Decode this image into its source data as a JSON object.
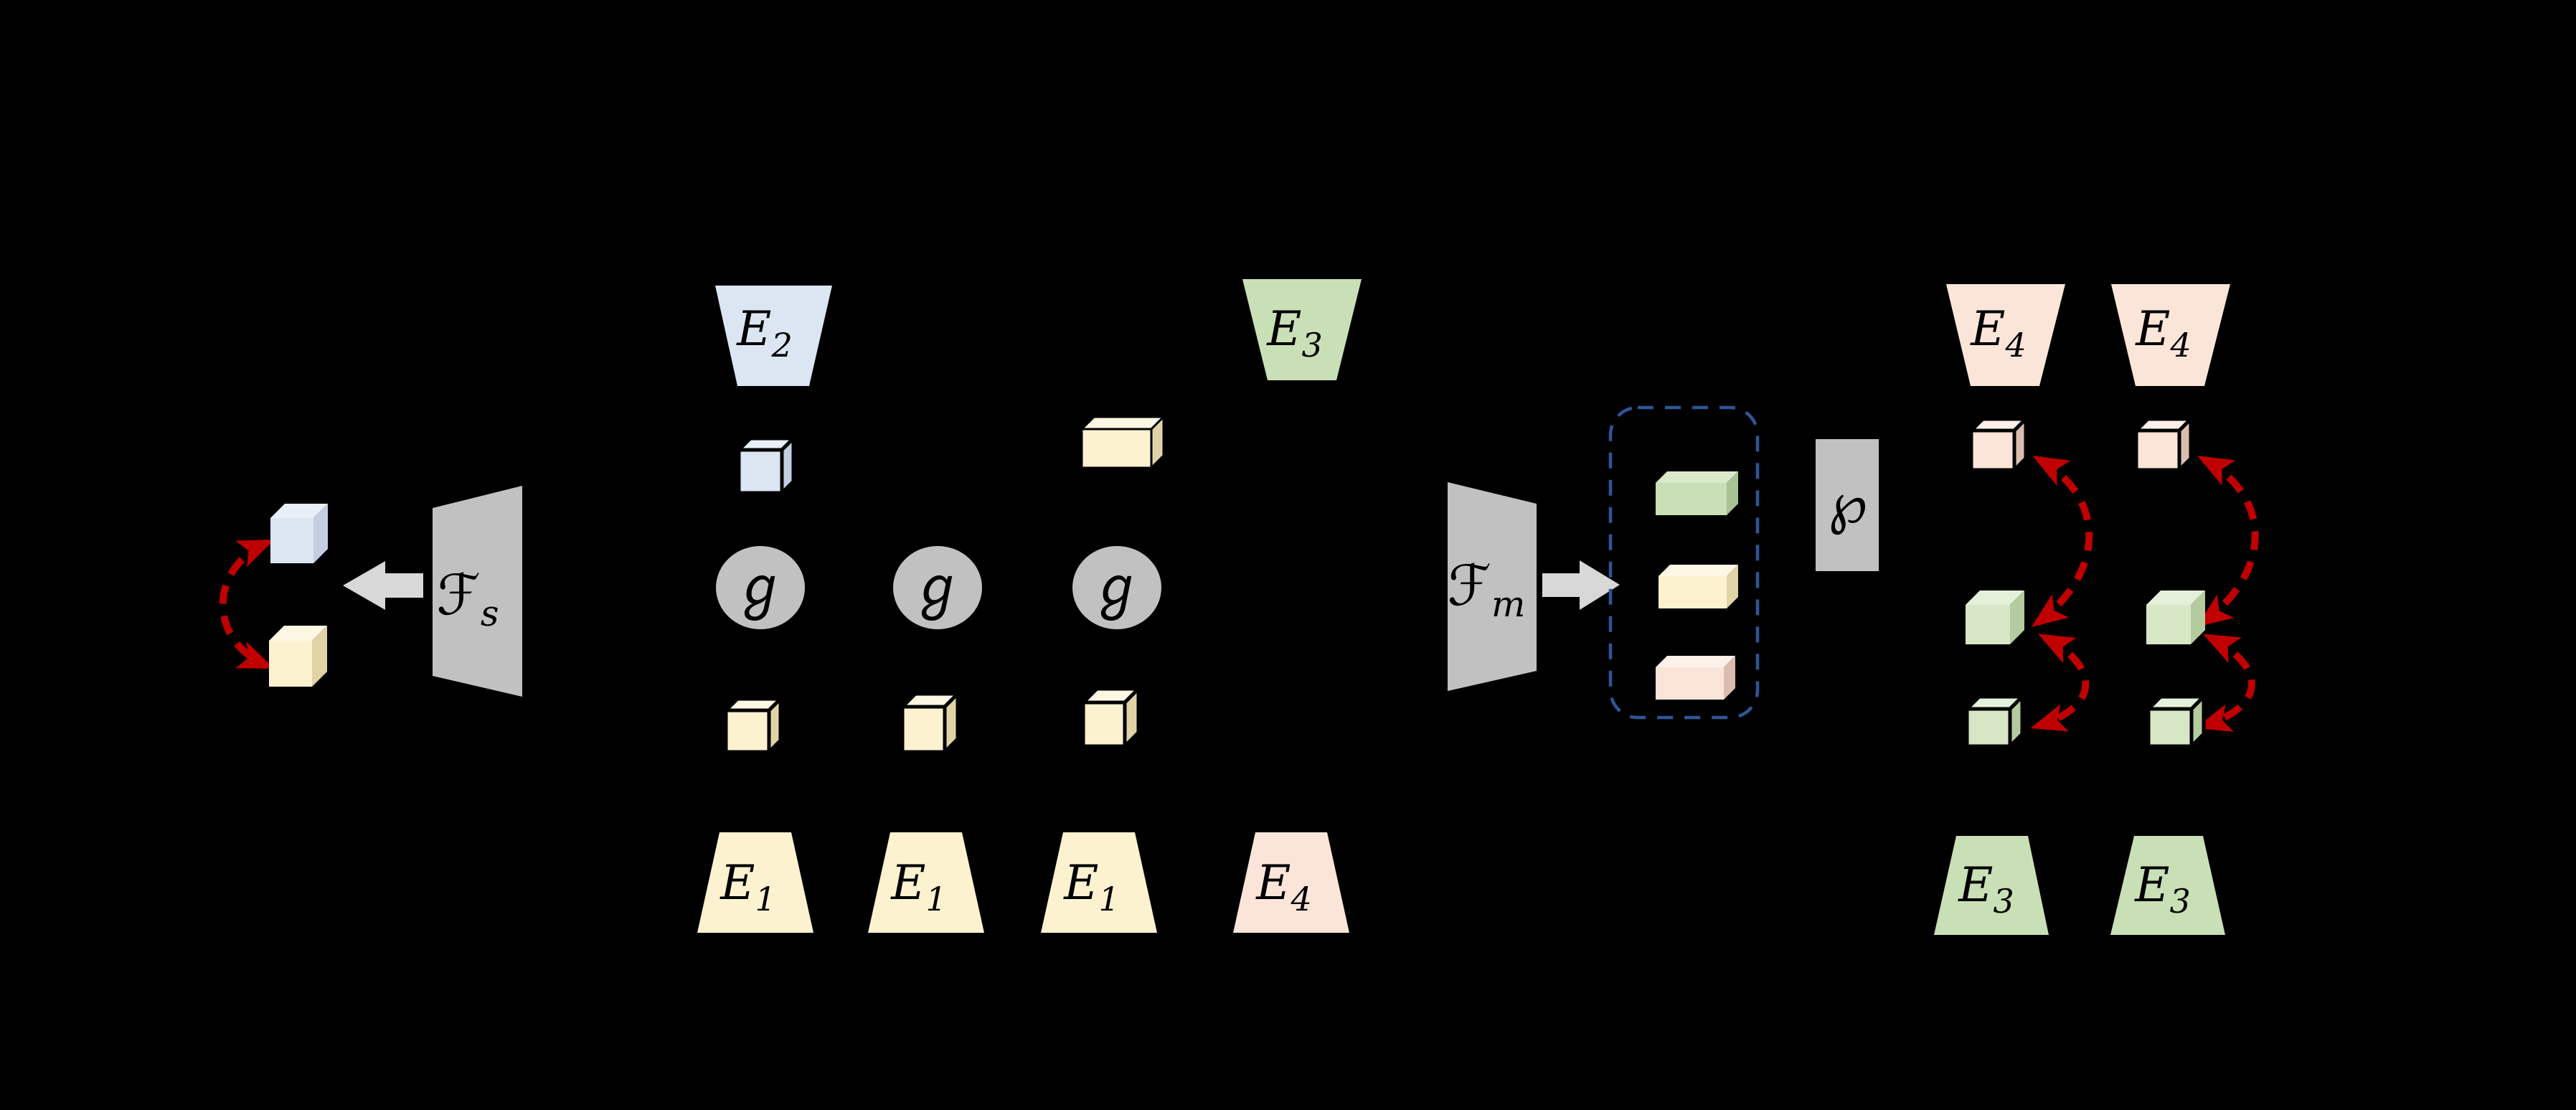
{
  "colors": {
    "background": "#000000",
    "blue": "#dce5f2",
    "blue_top": "#e9eff8",
    "blue_side": "#c3cee3",
    "yellow": "#fcf2cf",
    "yellow_top": "#fdf7e3",
    "yellow_side": "#e0d3a6",
    "green": "#c9e0b6",
    "green_top": "#d9e9ca",
    "green_side": "#a9c295",
    "green_light": "#d7e7c6",
    "green_light_top": "#e5f0da",
    "green_light_side": "#b4cb9f",
    "pink": "#fbe5d9",
    "pink_top": "#fdf1ea",
    "pink_side": "#d9beb0",
    "gray": "#c1c1c1",
    "arrow_gray": "#d8d8d8",
    "red": "#c00000",
    "box_blue": "#2f5597"
  },
  "nodes": {
    "spatial_mapper": {
      "symbol": "ℱ",
      "sub": "s"
    },
    "modality_mapper": {
      "symbol": "ℱ",
      "sub": "m"
    },
    "generator": {
      "symbol": "ℊ"
    },
    "projector": {
      "symbol": "℘"
    },
    "encoder_1": {
      "symbol": "E",
      "sub": "1"
    },
    "encoder_2": {
      "symbol": "E",
      "sub": "2"
    },
    "encoder_3": {
      "symbol": "E",
      "sub": "3"
    },
    "encoder_4": {
      "symbol": "E",
      "sub": "4"
    }
  }
}
